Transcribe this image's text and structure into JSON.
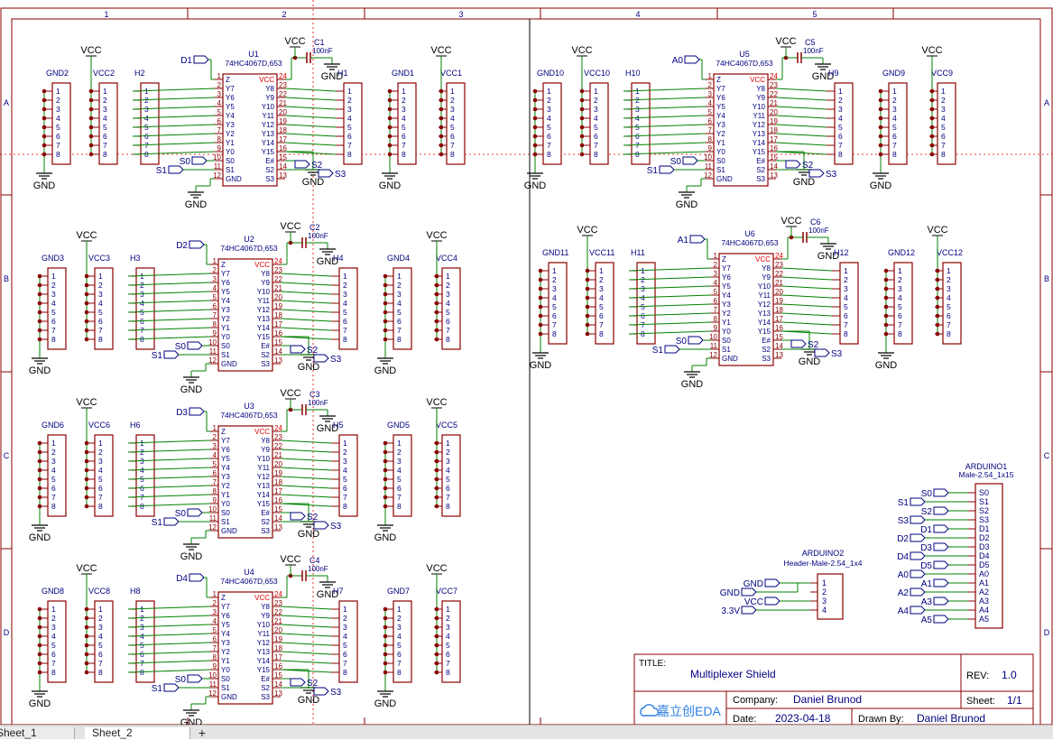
{
  "sheet": {
    "cols": [
      "1",
      "2",
      "3",
      "4",
      "5"
    ],
    "rows": [
      "A",
      "B",
      "C",
      "D"
    ]
  },
  "muxes": [
    {
      "ref": "U1",
      "part": "74HC4067D,653",
      "cap": "C1",
      "capval": "100nF",
      "sig": "D1",
      "hL": "H2",
      "hR": "H1",
      "gL": "GND2",
      "vL": "VCC2",
      "gR": "GND1",
      "vR": "VCC1"
    },
    {
      "ref": "U2",
      "part": "74HC4067D,653",
      "cap": "C2",
      "capval": "100nF",
      "sig": "D2",
      "hL": "H3",
      "hR": "H4",
      "gL": "GND3",
      "vL": "VCC3",
      "gR": "GND4",
      "vR": "VCC4"
    },
    {
      "ref": "U3",
      "part": "74HC4067D,653",
      "cap": "C3",
      "capval": "100nF",
      "sig": "D3",
      "hL": "H6",
      "hR": "H5",
      "gL": "GND6",
      "vL": "VCC6",
      "gR": "GND5",
      "vR": "VCC5"
    },
    {
      "ref": "U4",
      "part": "74HC4067D,653",
      "cap": "C4",
      "capval": "100nF",
      "sig": "D4",
      "hL": "H8",
      "hR": "H7",
      "gL": "GND8",
      "vL": "VCC8",
      "gR": "GND7",
      "vR": "VCC7"
    },
    {
      "ref": "U5",
      "part": "74HC4067D,653",
      "cap": "C5",
      "capval": "100nF",
      "sig": "A0",
      "hL": "H10",
      "hR": "H9",
      "gL": "GND10",
      "vL": "VCC10",
      "gR": "GND9",
      "vR": "VCC9"
    },
    {
      "ref": "U6",
      "part": "74HC4067D,653",
      "cap": "C6",
      "capval": "100nF",
      "sig": "A1",
      "hL": "H11",
      "hR": "H12",
      "gL": "GND11",
      "vL": "VCC11",
      "gR": "GND12",
      "vR": "VCC12"
    }
  ],
  "ic": {
    "left_pins": [
      {
        "n": "1",
        "l": "Z"
      },
      {
        "n": "2",
        "l": "Y7"
      },
      {
        "n": "3",
        "l": "Y6"
      },
      {
        "n": "4",
        "l": "Y5"
      },
      {
        "n": "5",
        "l": "Y4"
      },
      {
        "n": "6",
        "l": "Y3"
      },
      {
        "n": "7",
        "l": "Y2"
      },
      {
        "n": "8",
        "l": "Y1"
      },
      {
        "n": "9",
        "l": "Y0"
      },
      {
        "n": "10",
        "l": "S0"
      },
      {
        "n": "11",
        "l": "S1"
      },
      {
        "n": "12",
        "l": "GND"
      }
    ],
    "right_pins": [
      {
        "n": "24",
        "l": "VCC"
      },
      {
        "n": "23",
        "l": "Y8"
      },
      {
        "n": "22",
        "l": "Y9"
      },
      {
        "n": "21",
        "l": "Y10"
      },
      {
        "n": "20",
        "l": "Y11"
      },
      {
        "n": "19",
        "l": "Y12"
      },
      {
        "n": "18",
        "l": "Y13"
      },
      {
        "n": "17",
        "l": "Y14"
      },
      {
        "n": "16",
        "l": "Y15"
      },
      {
        "n": "15",
        "l": "E#"
      },
      {
        "n": "14",
        "l": "S2"
      },
      {
        "n": "13",
        "l": "S3"
      }
    ]
  },
  "header_pins": [
    "1",
    "2",
    "3",
    "4",
    "5",
    "6",
    "7",
    "8"
  ],
  "net": {
    "vcc": "VCC",
    "gnd": "GND",
    "s0": "S0",
    "s1": "S1",
    "s2": "S2",
    "s3": "S3",
    "v33": "3.3V"
  },
  "arduino1": {
    "ref": "ARDUINO1",
    "part": "Male-2.54_1x15",
    "pins": [
      "S0",
      "S1",
      "S2",
      "S3",
      "D1",
      "D2",
      "D3",
      "D4",
      "D5",
      "A0",
      "A1",
      "A2",
      "A3",
      "A4",
      "A5"
    ],
    "flags_left": [
      "S0",
      "S2",
      "D1",
      "D3",
      "D5",
      "A1",
      "A3",
      "A5"
    ],
    "flags_right": [
      "S1",
      "S3",
      "D2",
      "D4",
      "A0",
      "A2",
      "A4"
    ]
  },
  "arduino2": {
    "ref": "ARDUINO2",
    "part": "Header-Male-2.54_1x4",
    "pins": [
      "1",
      "2",
      "3",
      "4"
    ],
    "nets": [
      "GND",
      "GND",
      "VCC",
      "3.3V"
    ]
  },
  "title_block": {
    "title_label": "TITLE:",
    "title": "Multiplexer Shield",
    "rev_label": "REV:",
    "rev": "1.0",
    "company_label": "Company:",
    "company": "Daniel Brunod",
    "sheet_label": "Sheet:",
    "sheet": "1/1",
    "date_label": "Date:",
    "date": "2023-04-18",
    "drawn_label": "Drawn By:",
    "drawn": "Daniel Brunod",
    "logo": "嘉立创EDA"
  },
  "tabs": [
    "Sheet_1",
    "Sheet_2"
  ],
  "tab_add": "+",
  "colors": {
    "border": "#8b0000",
    "wire": "#008000",
    "pin": "#8b0000",
    "text": "#000080",
    "net": "#000080",
    "cap": "#8b0000",
    "ref": "#000080",
    "pinnum": "#8b0000",
    "vccpin": "#e00000"
  }
}
